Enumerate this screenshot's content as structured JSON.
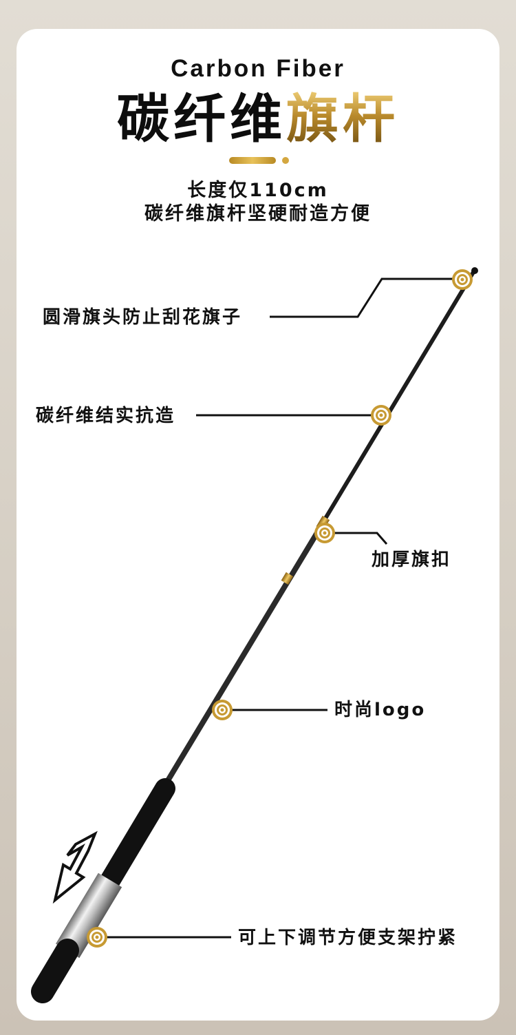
{
  "header": {
    "en_title": "Carbon Fiber",
    "cn_title_main": "碳纤维",
    "cn_title_accent": "旗杆",
    "subtitle_line1": "长度仅110cm",
    "subtitle_line2": "碳纤维旗杆坚硬耐造方便"
  },
  "callouts": {
    "tip": "圆滑旗头防止刮花旗子",
    "shaft": "碳纤维结实抗造",
    "buckle": "加厚旗扣",
    "logo": "时尚logo",
    "handle": "可上下调节方便支架拧紧"
  },
  "colors": {
    "accent_gold": "#c79a33",
    "pole": "#1b1b1b",
    "background": "#d8d1c7"
  }
}
